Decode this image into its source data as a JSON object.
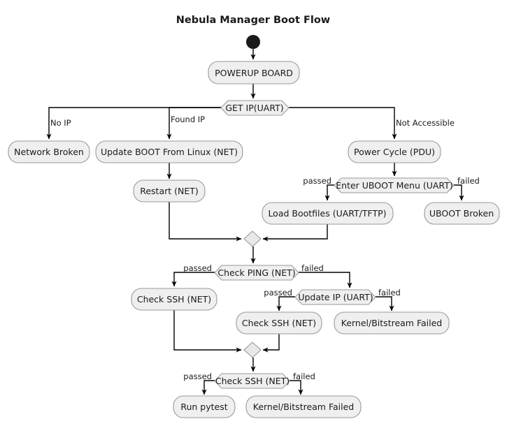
{
  "diagram": {
    "title": "Nebula Manager Boot Flow",
    "type": "activity-flowchart",
    "colors": {
      "node_fill": "#efefef",
      "node_stroke": "#9a9a9a",
      "edge": "#000000",
      "start_node": "#1a1a1a",
      "text": "#1a1a1a",
      "background": "#ffffff"
    },
    "start_node": {
      "name": "start",
      "label": ""
    },
    "nodes": [
      {
        "id": "powerup",
        "label": "POWERUP BOARD",
        "shape": "rounded-rect"
      },
      {
        "id": "get_ip",
        "label": "GET IP(UART)",
        "shape": "hexagon"
      },
      {
        "id": "network_broken",
        "label": "Network Broken",
        "shape": "rounded-rect"
      },
      {
        "id": "update_boot",
        "label": "Update BOOT From Linux (NET)",
        "shape": "rounded-rect"
      },
      {
        "id": "restart",
        "label": "Restart (NET)",
        "shape": "rounded-rect"
      },
      {
        "id": "power_cycle",
        "label": "Power Cycle (PDU)",
        "shape": "rounded-rect"
      },
      {
        "id": "enter_uboot",
        "label": "Enter UBOOT Menu (UART)",
        "shape": "hexagon"
      },
      {
        "id": "load_bootfiles",
        "label": "Load Bootfiles (UART/TFTP)",
        "shape": "rounded-rect"
      },
      {
        "id": "uboot_broken",
        "label": "UBOOT Broken",
        "shape": "rounded-rect"
      },
      {
        "id": "merge1",
        "label": "",
        "shape": "diamond"
      },
      {
        "id": "check_ping",
        "label": "Check PING (NET)",
        "shape": "hexagon"
      },
      {
        "id": "check_ssh_1",
        "label": "Check SSH (NET)",
        "shape": "rounded-rect"
      },
      {
        "id": "update_ip",
        "label": "Update IP (UART)",
        "shape": "hexagon"
      },
      {
        "id": "check_ssh_2",
        "label": "Check SSH (NET)",
        "shape": "rounded-rect"
      },
      {
        "id": "kernel_fail_1",
        "label": "Kernel/Bitstream Failed",
        "shape": "rounded-rect"
      },
      {
        "id": "merge2",
        "label": "",
        "shape": "diamond"
      },
      {
        "id": "check_ssh_3",
        "label": "Check SSH (NET)",
        "shape": "hexagon"
      },
      {
        "id": "run_pytest",
        "label": "Run pytest",
        "shape": "rounded-rect"
      },
      {
        "id": "kernel_fail_2",
        "label": "Kernel/Bitstream Failed",
        "shape": "rounded-rect"
      }
    ],
    "edges": [
      {
        "from": "start",
        "to": "powerup",
        "label": ""
      },
      {
        "from": "powerup",
        "to": "get_ip",
        "label": ""
      },
      {
        "from": "get_ip",
        "to": "network_broken",
        "label": "No IP"
      },
      {
        "from": "get_ip",
        "to": "update_boot",
        "label": "Found IP"
      },
      {
        "from": "get_ip",
        "to": "power_cycle",
        "label": "Not Accessible"
      },
      {
        "from": "update_boot",
        "to": "restart",
        "label": ""
      },
      {
        "from": "power_cycle",
        "to": "enter_uboot",
        "label": ""
      },
      {
        "from": "enter_uboot",
        "to": "load_bootfiles",
        "label": "passed"
      },
      {
        "from": "enter_uboot",
        "to": "uboot_broken",
        "label": "failed"
      },
      {
        "from": "restart",
        "to": "merge1",
        "label": ""
      },
      {
        "from": "load_bootfiles",
        "to": "merge1",
        "label": ""
      },
      {
        "from": "merge1",
        "to": "check_ping",
        "label": ""
      },
      {
        "from": "check_ping",
        "to": "check_ssh_1",
        "label": "passed"
      },
      {
        "from": "check_ping",
        "to": "update_ip",
        "label": "failed"
      },
      {
        "from": "update_ip",
        "to": "check_ssh_2",
        "label": "passed"
      },
      {
        "from": "update_ip",
        "to": "kernel_fail_1",
        "label": "failed"
      },
      {
        "from": "check_ssh_1",
        "to": "merge2",
        "label": ""
      },
      {
        "from": "check_ssh_2",
        "to": "merge2",
        "label": ""
      },
      {
        "from": "merge2",
        "to": "check_ssh_3",
        "label": ""
      },
      {
        "from": "check_ssh_3",
        "to": "run_pytest",
        "label": "passed"
      },
      {
        "from": "check_ssh_3",
        "to": "kernel_fail_2",
        "label": "failed"
      }
    ],
    "edge_labels": {
      "no_ip": "No IP",
      "found_ip": "Found IP",
      "not_accessible": "Not Accessible",
      "uboot_passed": "passed",
      "uboot_failed": "failed",
      "ping_passed": "passed",
      "ping_failed": "failed",
      "updateip_passed": "passed",
      "updateip_failed": "failed",
      "ssh3_passed": "passed",
      "ssh3_failed": "failed"
    }
  }
}
